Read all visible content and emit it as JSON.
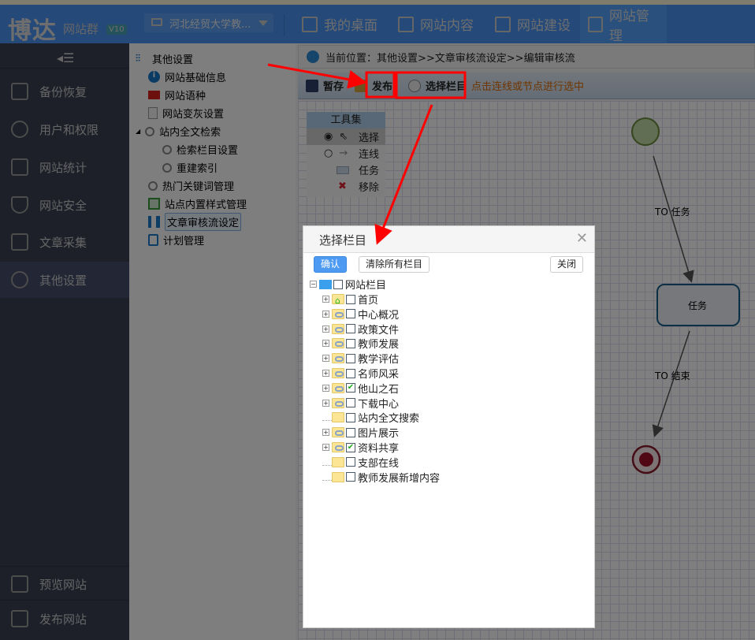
{
  "header": {
    "logo": "博达",
    "logo_sub": "网站群",
    "version": "V10",
    "site_select": "河北经贸大学教...",
    "nav": [
      {
        "label": "我的桌面",
        "active": false
      },
      {
        "label": "网站内容",
        "active": false
      },
      {
        "label": "网站建设",
        "active": false
      },
      {
        "label": "网站管理",
        "active": true
      }
    ]
  },
  "sidebar": {
    "items": [
      {
        "label": "备份恢复",
        "icon": "backup-icon"
      },
      {
        "label": "用户和权限",
        "icon": "user-icon"
      },
      {
        "label": "网站统计",
        "icon": "chart-icon"
      },
      {
        "label": "网站安全",
        "icon": "shield-icon"
      },
      {
        "label": "文章采集",
        "icon": "collect-icon"
      },
      {
        "label": "其他设置",
        "icon": "gear-icon",
        "active": true
      }
    ],
    "bottom": [
      {
        "label": "预览网站",
        "icon": "preview-icon"
      },
      {
        "label": "发布网站",
        "icon": "publish-icon"
      }
    ]
  },
  "tree": {
    "root": "其他设置",
    "items": [
      {
        "label": "网站基础信息",
        "level": 1
      },
      {
        "label": "网站语种",
        "level": 1
      },
      {
        "label": "网站变灰设置",
        "level": 1
      },
      {
        "label": "站内全文检索",
        "level": 1
      },
      {
        "label": "检索栏目设置",
        "level": 2
      },
      {
        "label": "重建索引",
        "level": 2
      },
      {
        "label": "热门关键词管理",
        "level": 1
      },
      {
        "label": "站点内置样式管理",
        "level": 1
      },
      {
        "label": "文章审核流设定",
        "level": 1,
        "selected": true
      },
      {
        "label": "计划管理",
        "level": 1
      }
    ]
  },
  "breadcrumb": "当前位置：其他设置>>文章审核流设定>>编辑审核流",
  "toolbar": {
    "save": "暂存",
    "publish": "发布",
    "select_column": "选择栏目",
    "hint": "点击连线或节点进行选中"
  },
  "toolbox": {
    "title": "工具集",
    "tools": [
      "选择",
      "连线",
      "任务",
      "移除"
    ]
  },
  "flow": {
    "edge1": "TO 任务",
    "task": "任务",
    "edge2": "TO 结束"
  },
  "dialog": {
    "title": "选择栏目",
    "confirm": "确认",
    "clear": "清除所有栏目",
    "close": "关闭",
    "root": "网站栏目",
    "columns": [
      {
        "label": "首页",
        "checked": false,
        "expandable": true,
        "icon": "home"
      },
      {
        "label": "中心概况",
        "checked": false,
        "expandable": true
      },
      {
        "label": "政策文件",
        "checked": false,
        "expandable": true
      },
      {
        "label": "教师发展",
        "checked": false,
        "expandable": true
      },
      {
        "label": "教学评估",
        "checked": false,
        "expandable": true
      },
      {
        "label": "名师风采",
        "checked": false,
        "expandable": true
      },
      {
        "label": "他山之石",
        "checked": true,
        "expandable": true
      },
      {
        "label": "下载中心",
        "checked": false,
        "expandable": true
      },
      {
        "label": "站内全文搜索",
        "checked": false,
        "expandable": false
      },
      {
        "label": "图片展示",
        "checked": false,
        "expandable": true
      },
      {
        "label": "资料共享",
        "checked": true,
        "expandable": true
      },
      {
        "label": "支部在线",
        "checked": false,
        "expandable": false
      },
      {
        "label": "教师发展新增内容",
        "checked": false,
        "expandable": false
      }
    ]
  }
}
